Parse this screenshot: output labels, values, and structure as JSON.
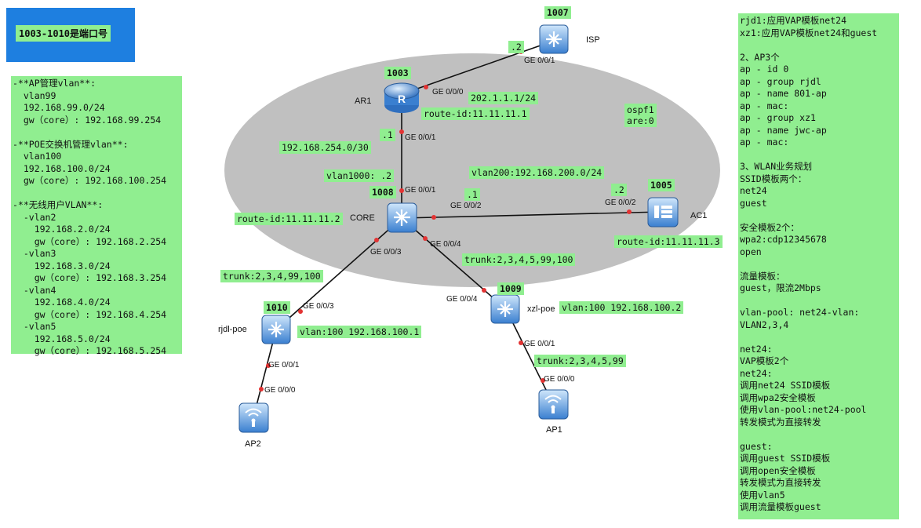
{
  "note_top": "1003-1010是端口号",
  "left_panel": "-**AP管理vlan**:\n  vlan99\n  192.168.99.0/24\n  gw（core）: 192.168.99.254\n\n-**POE交换机管理vlan**:\n  vlan100\n  192.168.100.0/24\n  gw（core）: 192.168.100.254\n\n-**无线用户VLAN**:\n  -vlan2\n    192.168.2.0/24\n    gw（core）: 192.168.2.254\n  -vlan3\n    192.168.3.0/24\n    gw（core）: 192.168.3.254\n  -vlan4\n    192.168.4.0/24\n    gw（core）: 192.168.4.254\n  -vlan5\n    192.168.5.0/24\n    gw（core）: 192.168.5.254",
  "right_panel": "rjd1:应用VAP模板net24\nxz1:应用VAP模板net24和guest\n\n2、AP3个\nap - id 0\nap - group rjdl\nap - name 801-ap\nap - mac:\nap - group xz1\nap - name jwc-ap\nap - mac:\n\n3、WLAN业务规划\nSSID模板两个：\nnet24\nguest\n\n安全模板2个：\nwpa2:cdp12345678\nopen\n\n流量模板：\nguest，限流2Mbps\n\nvlan-pool: net24-vlan:\nVLAN2,3,4\n\nnet24:\nVAP模板2个\nnet24:\n调用net24 SSID模板\n调用wpa2安全模板\n使用vlan-pool:net24-pool\n转发模式为直接转发\n\nguest:\n调用guest SSID模板\n调用open安全模板\n转发模式为直接转发\n使用vlan5\n调用流量模板guest",
  "devices": {
    "isp": {
      "name": "ISP",
      "port_num": "1007"
    },
    "ar1": {
      "name": "AR1",
      "port_num": "1003"
    },
    "core": {
      "name": "CORE",
      "port_num": "1008"
    },
    "ac1": {
      "name": "AC1",
      "port_num": "1005"
    },
    "rjdl": {
      "name": "rjdl-poe",
      "port_num": "1010"
    },
    "xzl": {
      "name": "xzl-poe",
      "port_num": "1009"
    },
    "ap1": {
      "name": "AP1"
    },
    "ap2": {
      "name": "AP2"
    }
  },
  "ports": {
    "isp_g001": "GE 0/0/1",
    "ar1_g000": "GE 0/0/0",
    "ar1_g001": "GE 0/0/1",
    "core_g001": "GE 0/0/1",
    "core_g002": "GE 0/0/2",
    "ac1_g002": "GE 0/0/2",
    "core_g003": "GE 0/0/3",
    "core_g004": "GE 0/0/4",
    "rjdl_g003": "GE 0/0/3",
    "rjdl_g001": "GE 0/0/1",
    "ap2_g000": "GE 0/0/0",
    "xzl_g004": "GE 0/0/4",
    "xzl_g001": "GE 0/0/1",
    "ap1_g000": "GE 0/0/0"
  },
  "labels": {
    "isp_addr": ".2",
    "ar1_wan": "202.1.1.1/24",
    "ar1_rid": "route-id:11.11.11.1",
    "ospf": "ospf1\nare:0",
    "ar1_lan": ".1",
    "link_net": "192.168.254.0/30",
    "core_vlan1000": "vlan1000: .2",
    "vlan200": "vlan200:192.168.200.0/24",
    "core_dot1": ".1",
    "ac_dot2": ".2",
    "core_rid": "route-id:11.11.11.2",
    "ac_rid": "route-id:11.11.11.3",
    "trunk_rjdl": "trunk:2,3,4,99,100",
    "trunk_xzl": "trunk:2,3,4,5,99,100",
    "rjdl_vlan": "vlan:100 192.168.100.1",
    "xzl_vlan": "vlan:100 192.168.100.2",
    "trunk_ap1": "trunk:2,3,4,5,99"
  },
  "colors": {
    "label_bg": "#90ee90",
    "note_bg": "#1e7fe0",
    "area_fill": "#c0c0c0",
    "device_blue": "#3a7fd0",
    "port_dot": "#e33333"
  }
}
